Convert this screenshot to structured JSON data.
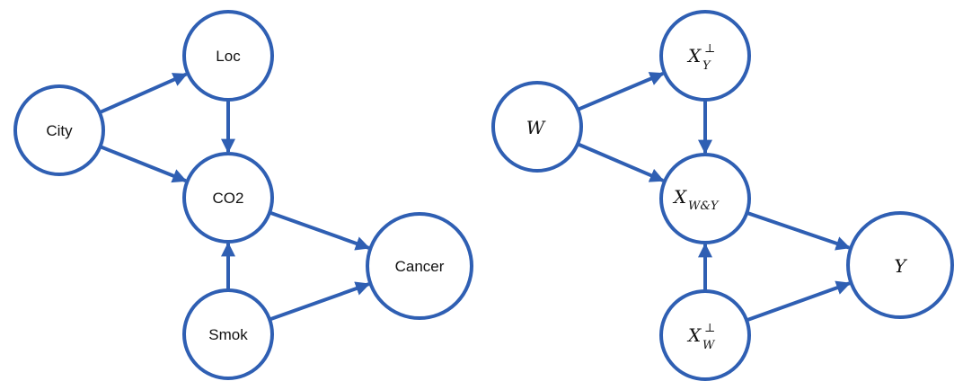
{
  "colors": {
    "stroke": "#2f5fb3",
    "fill": "#ffffff",
    "text": "#111111"
  },
  "left": {
    "nodes": {
      "city": "City",
      "loc": "Loc",
      "co2": "CO2",
      "smok": "Smok",
      "cancer": "Cancer"
    },
    "edges": [
      [
        "city",
        "loc"
      ],
      [
        "city",
        "co2"
      ],
      [
        "loc",
        "co2"
      ],
      [
        "smok",
        "co2"
      ],
      [
        "co2",
        "cancer"
      ],
      [
        "smok",
        "cancer"
      ]
    ]
  },
  "right": {
    "nodes": {
      "w": {
        "main": "W"
      },
      "xy": {
        "main": "X",
        "sub": "Y",
        "sup": "⊥"
      },
      "xwy": {
        "main": "X",
        "sub": "W&Y"
      },
      "xw": {
        "main": "X",
        "sub": "W",
        "sup": "⊥"
      },
      "y": {
        "main": "Y"
      }
    },
    "edges": [
      [
        "w",
        "xy"
      ],
      [
        "w",
        "xwy"
      ],
      [
        "xy",
        "xwy"
      ],
      [
        "xw",
        "xwy"
      ],
      [
        "xwy",
        "y"
      ],
      [
        "xw",
        "y"
      ]
    ]
  }
}
